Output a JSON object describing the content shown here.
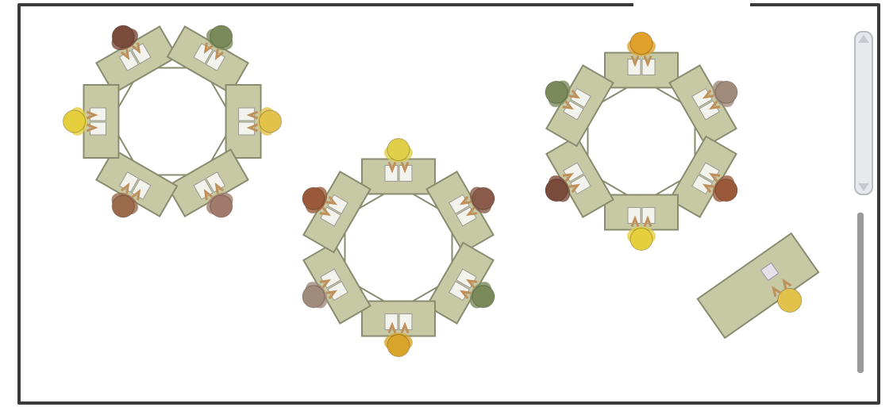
{
  "classroom": {
    "colors": {
      "wall": "#3a3a3a",
      "desk_fill": "#c6c9a4",
      "desk_stroke": "#8a8c70",
      "paper": "#f3f3ee",
      "board": "#9a9a9a",
      "board_light": "#e7e8ec"
    },
    "tables": [
      {
        "shape": "hexagon",
        "desks": 6,
        "students": [
          {
            "seat": "top-left",
            "hair": "#7a4a3a"
          },
          {
            "seat": "top-right",
            "hair": "#7a8a5a"
          },
          {
            "seat": "right",
            "hair": "#e2c24a"
          },
          {
            "seat": "bottom-right",
            "hair": "#a07a6a"
          },
          {
            "seat": "bottom-left",
            "hair": "#9a6a4a"
          },
          {
            "seat": "left",
            "hair": "#e6cf3c"
          }
        ]
      },
      {
        "shape": "hexagon",
        "desks": 6,
        "students": [
          {
            "seat": "top",
            "hair": "#e0cf48"
          },
          {
            "seat": "top-right",
            "hair": "#8a5a4a"
          },
          {
            "seat": "bottom-right",
            "hair": "#7a8a5a"
          },
          {
            "seat": "bottom",
            "hair": "#d9a42a"
          },
          {
            "seat": "bottom-left",
            "hair": "#a08a7a"
          },
          {
            "seat": "top-left",
            "hair": "#9a5a3a"
          }
        ]
      },
      {
        "shape": "hexagon",
        "desks": 6,
        "students": [
          {
            "seat": "top",
            "hair": "#e0a02a"
          },
          {
            "seat": "top-right",
            "hair": "#a08a7a"
          },
          {
            "seat": "bottom-right",
            "hair": "#9a5a3a"
          },
          {
            "seat": "bottom",
            "hair": "#e6cf3c"
          },
          {
            "seat": "bottom-left",
            "hair": "#7a4a3a"
          },
          {
            "seat": "top-left",
            "hair": "#7a8a5a"
          }
        ]
      }
    ],
    "teacher_desk": {
      "hair": "#e2c24a"
    },
    "icons": [
      "whiteboard-icon",
      "door-icon"
    ]
  }
}
